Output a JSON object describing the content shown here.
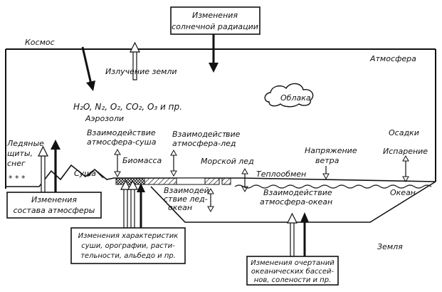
{
  "title_box": {
    "line1": "Изменения",
    "line2": "солнечной радиации"
  },
  "labels": {
    "space": "Космос",
    "atmosphere": "Атмосфера",
    "earth_radiation": "Излучение земли",
    "chemistry": "H₂O, N₂, O₂, CO₂, O₃ и пр.",
    "aerosols": "Аэрозоли",
    "clouds": "Облака",
    "precipitation": "Осадки",
    "evaporation": "Испарение",
    "wind_stress_1": "Напряжение",
    "wind_stress_2": "ветра",
    "heat_exchange": "Теплообмен",
    "ocean": "Океан",
    "earth": "Земля",
    "land": "Суша",
    "biomass": "Биомасса",
    "sea_ice": "Морской лед",
    "ice_sheets_1": "Ледяные",
    "ice_sheets_2": "щиты,",
    "ice_sheets_3": "снег",
    "atm_land_1": "Взаимодействие",
    "atm_land_2": "атмосфера-суша",
    "atm_ice_1": "Взаимодейст-",
    "atm_ice_2": "вие",
    "atm_ice_3": "атмосфера-лед",
    "ice_ocean_1": "Взаимодей-",
    "ice_ocean_2": "ствие лед-",
    "ice_ocean_3": "океан",
    "atm_ocean_1": "Взаимодействие",
    "atm_ocean_2": "атмосфера-океан"
  },
  "boxes": {
    "atm_composition_1": "Изменения",
    "atm_composition_2": "состава атмосферы",
    "land_changes_1": "Изменения характеристик",
    "land_changes_2": "суши, орографии, расти-",
    "land_changes_3": "тельности, альбедо и пр.",
    "ocean_changes_1": "Изменения очертаний",
    "ocean_changes_2": "океанических бассей-",
    "ocean_changes_3": "нов, солености и пр."
  }
}
